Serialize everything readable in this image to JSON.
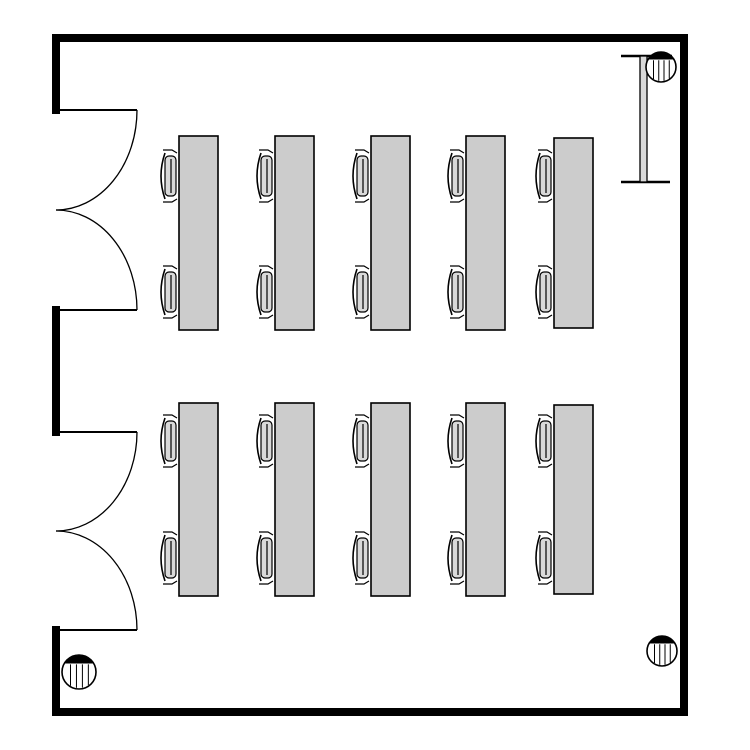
{
  "colors": {
    "background": "#ffffff",
    "wall": "#000000",
    "furniture_fill": "#cccccc",
    "furniture_stroke": "#000000",
    "chair_fill": "#d9d9d9"
  },
  "elements": {
    "doors": 2,
    "desk_rows": 2,
    "desks_per_row": 5,
    "chairs_per_desk": 2,
    "corner_fixtures": 3,
    "lectern_stand": 1
  }
}
